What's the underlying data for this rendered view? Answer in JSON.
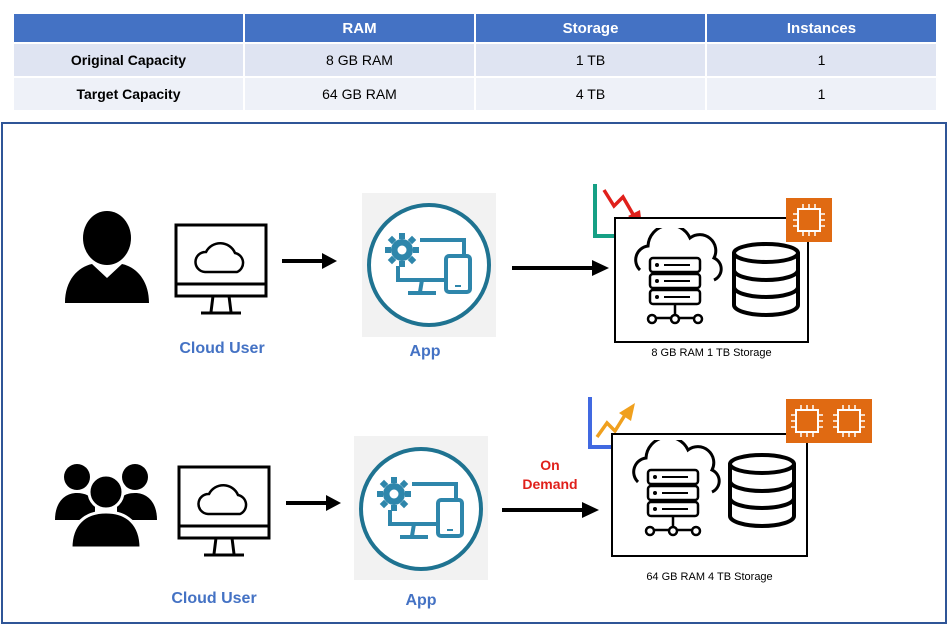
{
  "table": {
    "headers": [
      "",
      "RAM",
      "Storage",
      "Instances"
    ],
    "rows": [
      {
        "label": "Original Capacity",
        "ram": "8 GB RAM",
        "storage": "1 TB",
        "instances": "1"
      },
      {
        "label": "Target Capacity",
        "ram": "64 GB RAM",
        "storage": "4 TB",
        "instances": "1"
      }
    ]
  },
  "diagram": {
    "top": {
      "user_label": "Cloud User",
      "app_label": "App",
      "server_caption": "8 GB RAM 1 TB Storage",
      "trend": "down",
      "chip_count": 1
    },
    "bottom": {
      "user_label": "Cloud User",
      "app_label": "App",
      "arrow_label_line1": "On",
      "arrow_label_line2": "Demand",
      "server_caption": "64 GB RAM 4 TB Storage",
      "trend": "up",
      "chip_count": 2
    }
  },
  "colors": {
    "header_blue": "#4472c4",
    "label_blue": "#4472c4",
    "app_ring": "#1f7391",
    "app_screen": "#2e86ab",
    "chip_orange": "#e06a12",
    "demand_red": "#e0201b",
    "trend_down": "#e0201b",
    "trend_up": "#f0a01e",
    "trend_axis_top": "#16a085",
    "trend_axis_bottom": "#4169e1"
  },
  "icons": [
    "person-icon",
    "group-icon",
    "monitor-cloud-icon",
    "app-gear-device-icon",
    "server-cloud-icon",
    "database-icon",
    "cpu-chip-icon",
    "trend-down-icon",
    "trend-up-icon",
    "arrow-right-icon"
  ]
}
